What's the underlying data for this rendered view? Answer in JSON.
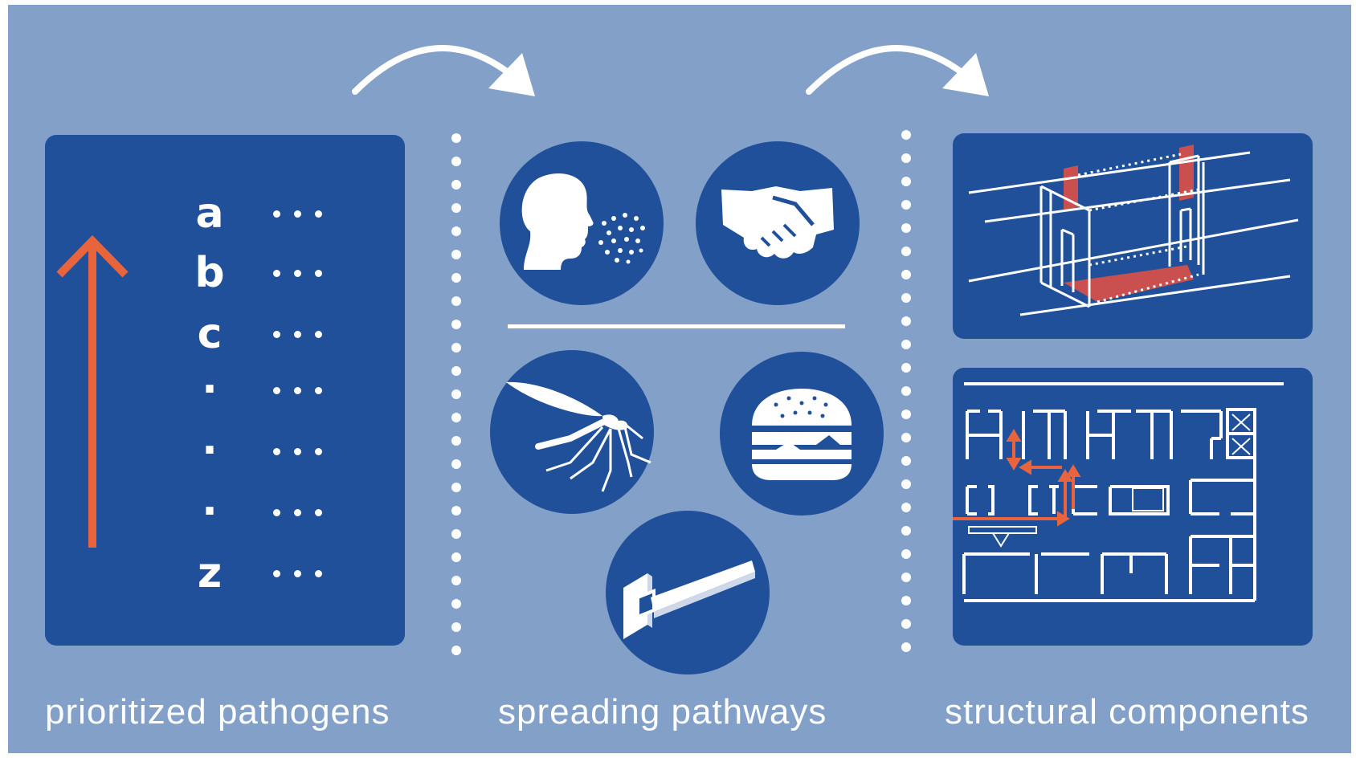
{
  "pathogens": {
    "caption": "prioritized pathogens",
    "letters": [
      "a",
      "b",
      "c",
      ".",
      ".",
      ".",
      "z"
    ]
  },
  "pathways": {
    "caption": "spreading pathways",
    "icons": [
      "cough-droplet-icon",
      "handshake-icon",
      "mosquito-icon",
      "burger-icon",
      "door-handle-icon"
    ]
  },
  "structural": {
    "caption": "structural  components",
    "images": [
      "isometric-room-drawing",
      "floor-plan-drawing"
    ]
  },
  "colors": {
    "background": "#83a0c8",
    "panel": "#21509a",
    "accent": "#e8643c",
    "highlight": "#c9504e",
    "text": "#ffffff"
  }
}
